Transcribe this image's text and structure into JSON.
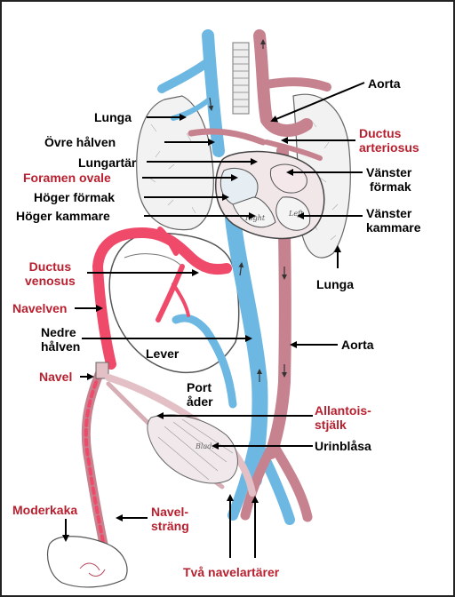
{
  "colors": {
    "oxygenated": "#c7828f",
    "pale_oxygenated": "#e3c0c6",
    "mixed": "#f04a6a",
    "deoxygenated": "#6cb8e2",
    "organ_outline": "#555555",
    "label_red": "#b8202f",
    "label_black": "#000000"
  },
  "labels": {
    "aorta_top": "Aorta",
    "lunga_left": "Lunga",
    "ovre_halven": "Övre hålven",
    "ductus_arteriosus": [
      "Ductus",
      "arteriosus"
    ],
    "lungartar": "Lungartär",
    "foramen_ovale": "Foramen ovale",
    "vanster_formak": [
      "Vänster",
      "förmak"
    ],
    "hoger_formak": "Höger förmak",
    "hoger_kammare": "Höger kammare",
    "vanster_kammare": [
      "Vänster",
      "kammare"
    ],
    "ductus_venosus": [
      "Ductus",
      "venosus"
    ],
    "lunga_right": "Lunga",
    "navelven": "Navelven",
    "nedre_halven": [
      "Nedre",
      "hålven"
    ],
    "aorta_lower": "Aorta",
    "lever": "Lever",
    "navel": "Navel",
    "portader": [
      "Port",
      "åder"
    ],
    "allantoisstjalk": [
      "Allantois-",
      "stjälk"
    ],
    "urinblasa": "Urinblåsa",
    "moderkaka": "Moderkaka",
    "navelstrang": [
      "Navel-",
      "sträng"
    ],
    "tva_navelartarer": "Två navelartärer"
  }
}
